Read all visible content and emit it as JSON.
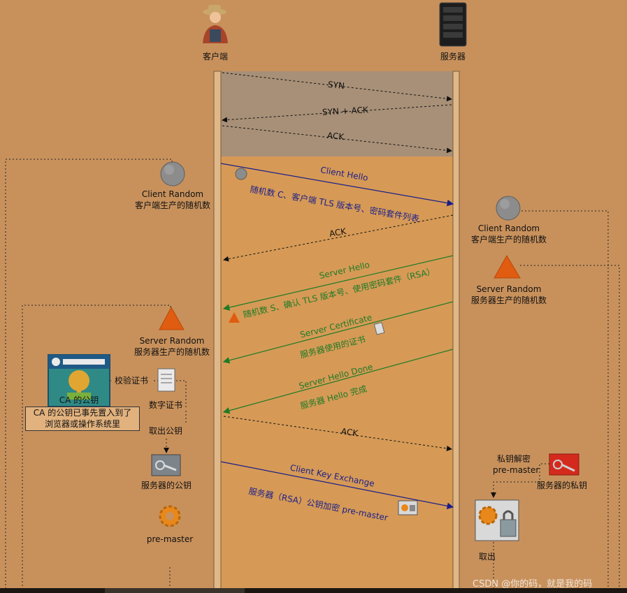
{
  "actors": {
    "client": "客户端",
    "server": "服务器"
  },
  "handshake": {
    "syn": "SYN",
    "syn_ack": "SYN + ACK",
    "ack": "ACK"
  },
  "messages": {
    "client_hello_title": "Client Hello",
    "client_hello_desc": "随机数 C、客户端 TLS 版本号、密码套件列表",
    "ack_1": "ACK",
    "server_hello_title": "Server Hello",
    "server_hello_desc": "随机数 S、确认 TLS 版本号、使用密码套件（RSA）",
    "server_cert_title": "Server Certificate",
    "server_cert_desc": "服务器使用的证书",
    "server_done_title": "Server Hello Done",
    "server_done_desc": "服务器 Hello 完成",
    "ack_2": "ACK",
    "key_exchange_title": "Client Key Exchange",
    "key_exchange_desc": "服务器（RSA）公钥加密 pre-master"
  },
  "client_side": {
    "client_random_title": "Client Random",
    "client_random_desc": "客户端生产的随机数",
    "server_random_title": "Server Random",
    "server_random_desc": "服务器生产的随机数",
    "ca_key_label": "CA 的公钥",
    "verify_cert": "校验证书",
    "digital_cert": "数字证书",
    "ca_note_line1": "CA 的公钥已事先置入到了",
    "ca_note_line2": "浏览器或操作系统里",
    "take_pubkey": "取出公钥",
    "server_pubkey": "服务器的公钥",
    "pre_master": "pre-master"
  },
  "server_side": {
    "client_random_title": "Client Random",
    "client_random_desc": "客户端生产的随机数",
    "server_random_title": "Server Random",
    "server_random_desc": "服务器生产的随机数",
    "privkey_decrypt": "私钥解密",
    "pre_master": "pre-master",
    "server_privkey": "服务器的私钥",
    "take_out": "取出"
  },
  "watermark": "CSDN @你的码，就是我的码",
  "colors": {
    "background": "#c8915c",
    "lane_fill": "#d69a56",
    "handshake_fill": "#a89078",
    "blue_arrow": "#1a1e8a",
    "green_arrow": "#1e7a26",
    "random_circle": "#8c8c8c",
    "random_triangle": "#e05c10",
    "privkey_red": "#d42a1e"
  }
}
